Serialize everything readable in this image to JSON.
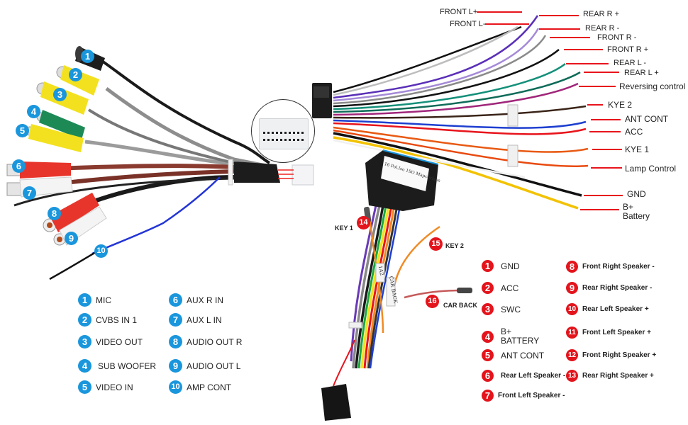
{
  "left_harness": {
    "connector_badges": [
      "1",
      "2",
      "3",
      "4",
      "5",
      "6",
      "7",
      "8",
      "9",
      "10"
    ],
    "legend": [
      {
        "num": "1",
        "label": "MIC"
      },
      {
        "num": "2",
        "label": "CVBS IN 1"
      },
      {
        "num": "3",
        "label": "VIDEO OUT"
      },
      {
        "num": "4",
        "label": "SUB WOOFER"
      },
      {
        "num": "5",
        "label": "VIDEO IN"
      },
      {
        "num": "6",
        "label": "AUX R IN"
      },
      {
        "num": "7",
        "label": "AUX L IN"
      },
      {
        "num": "8",
        "label": "AUDIO OUT R"
      },
      {
        "num": "9",
        "label": "AUDIO OUT L"
      },
      {
        "num": "10",
        "label": "AMP CONT"
      }
    ]
  },
  "right_harness": {
    "wire_labels": [
      {
        "label": "FRONT L+",
        "color": "#000000"
      },
      {
        "label": "FRONT L-",
        "color": "#9a9a9a"
      },
      {
        "label": "REAR R +",
        "color": "#5a2fb8"
      },
      {
        "label": "REAR R -",
        "color": "#a58ad8"
      },
      {
        "label": "FRONT R -",
        "color": "#8a8a8a"
      },
      {
        "label": "FRONT R +",
        "color": "#111111"
      },
      {
        "label": "REAR L -",
        "color": "#14907a"
      },
      {
        "label": "REAR L +",
        "color": "#0e6b58"
      },
      {
        "label": "Reversing control",
        "color": "#a0267a"
      },
      {
        "label": "KYE 2",
        "color": "#3a2418"
      },
      {
        "label": "ANT CONT",
        "color": "#1e3fd0"
      },
      {
        "label": "ACC",
        "color": "#e8141c"
      },
      {
        "label": "KYE 1",
        "color": "#e85a14"
      },
      {
        "label": "Lamp Control",
        "color": "#e84a10"
      },
      {
        "label": "GND",
        "color": "#111111"
      },
      {
        "label": "B+",
        "color": "#f2c200"
      },
      {
        "label": "Battery",
        "color": "#f2c200"
      }
    ],
    "callout_color": "#e8141c"
  },
  "bottom_harness": {
    "connector_label": "16 Pol.Iso 1SO Mapcorlahs",
    "tags": [
      "1A2",
      "CAR BACK"
    ],
    "pin_callouts": [
      {
        "num": "14",
        "label": "KEY 1"
      },
      {
        "num": "15",
        "label": "KEY 2"
      },
      {
        "num": "16",
        "label": "CAR BACK"
      }
    ],
    "legend": [
      {
        "num": "1",
        "label": "GND"
      },
      {
        "num": "2",
        "label": "ACC"
      },
      {
        "num": "3",
        "label": "SWC"
      },
      {
        "num": "4",
        "label": "B+",
        "label2": "BATTERY"
      },
      {
        "num": "5",
        "label": "ANT CONT"
      },
      {
        "num": "6",
        "label": "Rear Left Speaker -"
      },
      {
        "num": "7",
        "label": "Front Left Speaker -"
      },
      {
        "num": "8",
        "label": "Front Right Speaker -"
      },
      {
        "num": "9",
        "label": "Rear Right Speaker -"
      },
      {
        "num": "10",
        "label": "Rear Left Speaker +"
      },
      {
        "num": "11",
        "label": "Front Left Speaker +"
      },
      {
        "num": "12",
        "label": "Front Right Speaker +"
      },
      {
        "num": "13",
        "label": "Rear Right Speaker +"
      }
    ]
  },
  "colors": {
    "badge_blue": "#1a96dc",
    "badge_red": "#e4141c"
  }
}
